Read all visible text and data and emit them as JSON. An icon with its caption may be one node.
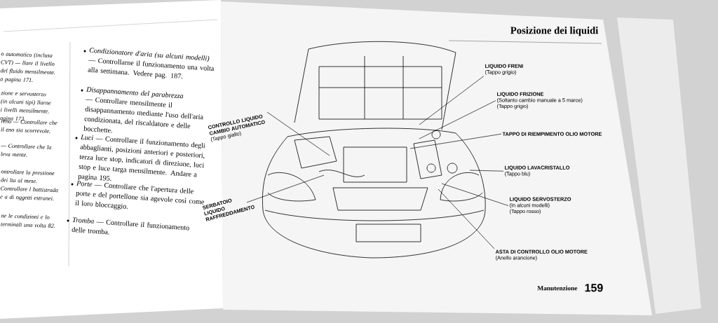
{
  "diagram": {
    "title": "Posizione dei liquidi",
    "nodes": [
      {
        "text": [
          "LIQUIDO FRENI",
          "(Tappo grigio)"
        ]
      },
      {
        "text": [
          "LIQUIDO FRIZIONE",
          "(Soltanto cambio manuale a 5 marce)",
          "(Tappo grigio)"
        ]
      },
      {
        "text": [
          "TAPPO DI RIEMPIMENTO OLIO MOTORE"
        ]
      },
      {
        "text": [
          "LIQUIDO LAVACRISTALLO",
          "(Tappo blu)"
        ]
      },
      {
        "text": [
          "LIQUIDO SERVOSTERZO",
          "(In alcuni modelli)",
          "(Tappo rosso)"
        ]
      },
      {
        "text": [
          "ASTA DI CONTROLLO OLIO MOTORE",
          "(Anello arancione)"
        ]
      },
      {
        "text": [
          "CONTROLLO LIQUIDO CAMBIO AUTOMATICO",
          "(Tappo giallo)"
        ]
      },
      {
        "text": [
          "SERBATOIO LIQUIDO RAFFREDDAMENTO"
        ]
      }
    ],
    "edges": [
      {
        "from": 0,
        "to": null,
        "arrow": "none"
      },
      {
        "from": 1,
        "to": null,
        "arrow": "none"
      },
      {
        "from": 2,
        "to": null,
        "arrow": "none"
      },
      {
        "from": 3,
        "to": null,
        "arrow": "none"
      },
      {
        "from": 4,
        "to": null,
        "arrow": "none"
      },
      {
        "from": 5,
        "to": null,
        "arrow": "none"
      },
      {
        "from": 6,
        "to": null,
        "arrow": "none"
      },
      {
        "from": 7,
        "to": null,
        "arrow": "none"
      }
    ],
    "labels": [
      "o automatico (inclusa CVT) — llare il livello del fluido mensilmente. a pagina 171.",
      "zione e servosterzo (in alcuni tipi) llarne i livelli mensilmente. agina 173.",
      "reno — Controllare che il eno sia scorrevole.",
      "— Controllare che la leva mente.",
      "ontrollare la pressione dei lta al mese. Controllare l battistrada e a di oggetti estranei.",
      "ne le condizioni e lo terminali una volta 82.",
      "*Condizionatore d'aria (su alcuni modelli)* — Controllarne il funzionamento una volta alla settimana. Vedere pag. 187.",
      "*Disappannamento del parabrezza* — Controllare mensilmente il disappannamento mediante l'uso dell'aria condizionata, del riscaldatore e delle bocchette.",
      "*Luci* — Controllare il funzionamento degli abbaglianti, posizioni anteriori e posteriori, terza luce stop, indicatori di direzione, luci stop e luce targa mensilmente. Andare a pagina 195.",
      "*Porte* — Controllare che l'apertura delle porte e del portellone sia agevole così come il loro bloccaggio.",
      "*Tromba* — Controllare il funzionamento delle tromba.",
      "Manutenzione",
      "159"
    ]
  }
}
